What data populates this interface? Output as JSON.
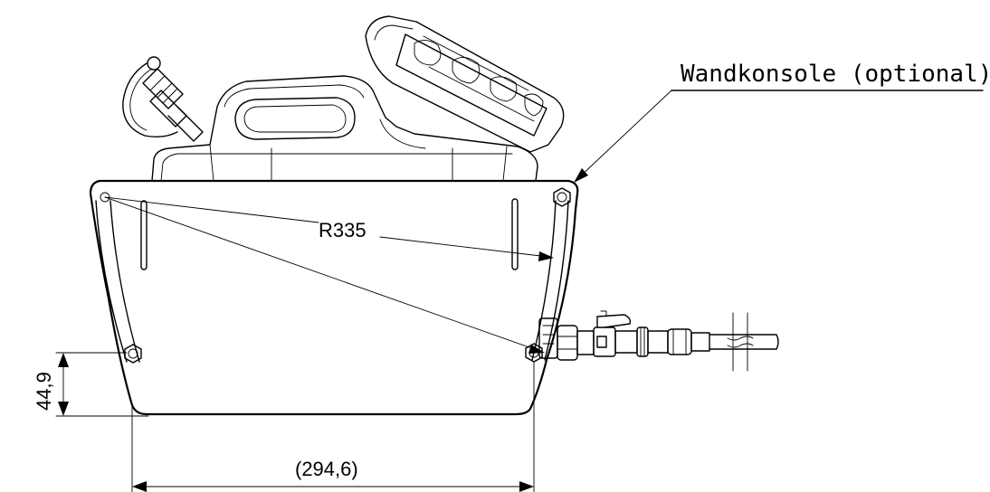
{
  "labels": {
    "wall_bracket": "Wandkonsole (optional)",
    "radius": "R335",
    "height_dim": "44,9",
    "width_dim": "(294,6)"
  }
}
